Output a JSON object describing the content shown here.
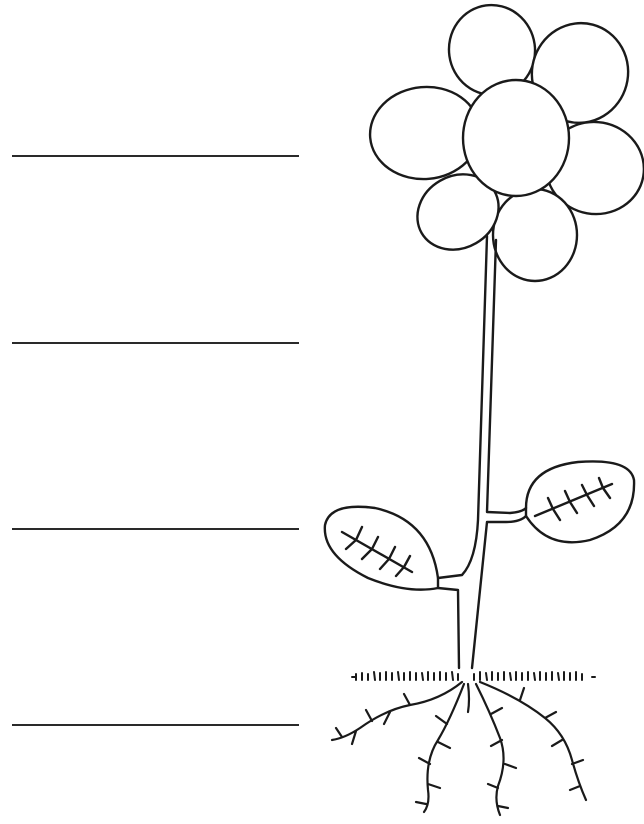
{
  "worksheet": {
    "label_blanks": [
      {
        "target": "flower",
        "answer": ""
      },
      {
        "target": "stem",
        "answer": ""
      },
      {
        "target": "leaf",
        "answer": ""
      },
      {
        "target": "roots",
        "answer": ""
      }
    ]
  },
  "colors": {
    "ink": "#1a1a1a",
    "paper": "#ffffff",
    "line": "#2a2a2a"
  }
}
